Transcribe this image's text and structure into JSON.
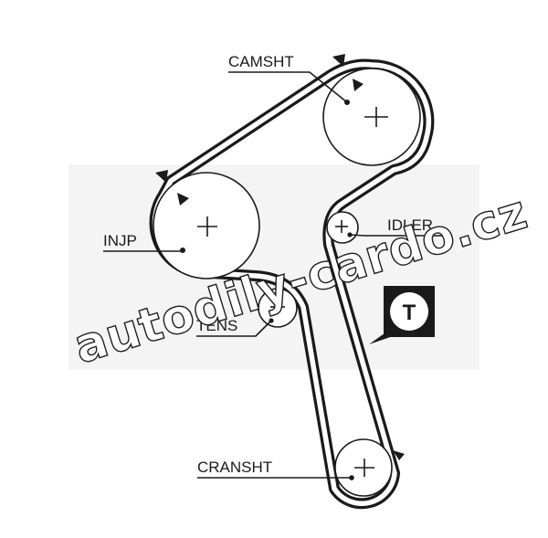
{
  "labels": {
    "camshaft": "CAMSHT",
    "injection_pump": "INJP",
    "idler": "IDLER",
    "tensioner": "TENS",
    "crankshaft": "CRANSHT"
  },
  "tensioner_symbol": "T",
  "watermark": "autodily-cardo.cz",
  "colors": {
    "ink": "#1a1a1a",
    "background": "#ffffff"
  },
  "icons": {
    "tensioner_badge": "tensioner-t-badge-icon",
    "rotation_marker": "rotation-arrow-icon"
  }
}
